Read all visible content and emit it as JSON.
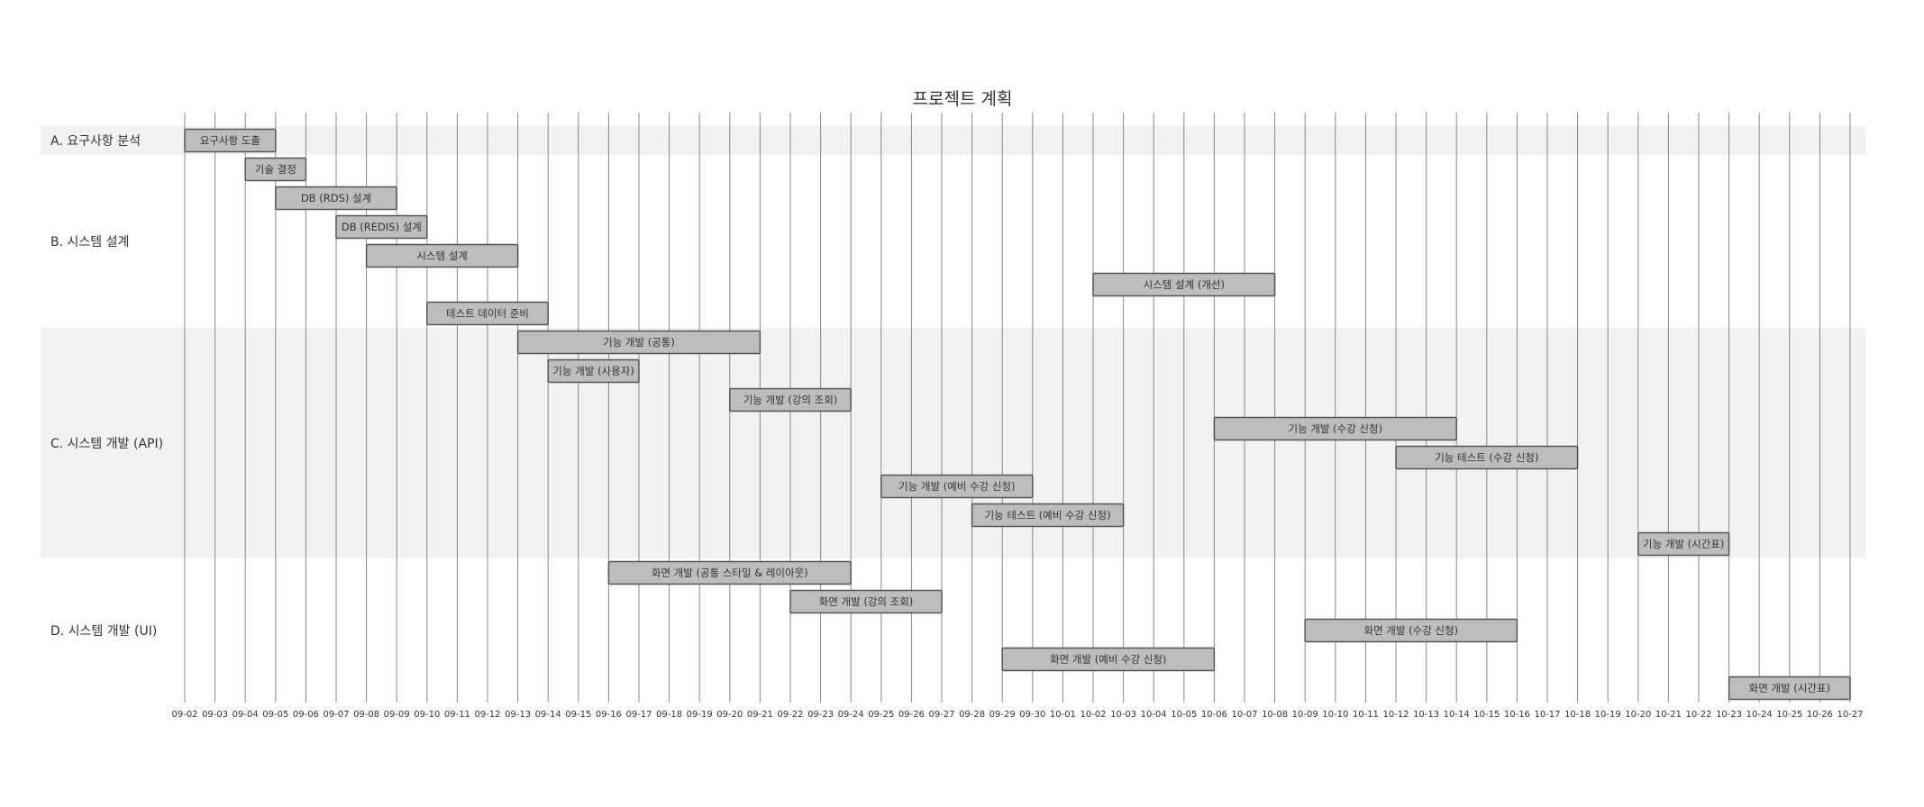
{
  "chart_data": {
    "type": "gantt",
    "title": "프로젝트 계획",
    "ticks": [
      "09-02",
      "09-03",
      "09-04",
      "09-05",
      "09-06",
      "09-07",
      "09-08",
      "09-09",
      "09-10",
      "09-11",
      "09-12",
      "09-13",
      "09-14",
      "09-15",
      "09-16",
      "09-17",
      "09-18",
      "09-19",
      "09-20",
      "09-21",
      "09-22",
      "09-23",
      "09-24",
      "09-25",
      "09-26",
      "09-27",
      "09-28",
      "09-29",
      "09-30",
      "10-01",
      "10-02",
      "10-03",
      "10-04",
      "10-05",
      "10-06",
      "10-07",
      "10-08",
      "10-09",
      "10-10",
      "10-11",
      "10-12",
      "10-13",
      "10-14",
      "10-15",
      "10-16",
      "10-17",
      "10-18",
      "10-19",
      "10-20",
      "10-21",
      "10-22",
      "10-23",
      "10-24",
      "10-25",
      "10-26",
      "10-27"
    ],
    "sections": [
      {
        "name": "A. 요구사항 분석",
        "shaded": true,
        "tasks": [
          {
            "label": "요구사항 도출",
            "start": "09-02",
            "end": "09-05"
          }
        ]
      },
      {
        "name": "B. 시스템 설계",
        "shaded": false,
        "tasks": [
          {
            "label": "기술 결정",
            "start": "09-04",
            "end": "09-06"
          },
          {
            "label": "DB (RDS) 설계",
            "start": "09-05",
            "end": "09-09"
          },
          {
            "label": "DB (REDIS) 설계",
            "start": "09-07",
            "end": "09-10"
          },
          {
            "label": "시스템 설계",
            "start": "09-08",
            "end": "09-13"
          },
          {
            "label": "시스템 설계 (개선)",
            "start": "10-02",
            "end": "10-08"
          },
          {
            "label": "테스트 데이터 준비",
            "start": "09-10",
            "end": "09-14"
          }
        ]
      },
      {
        "name": "C. 시스템 개발 (API)",
        "shaded": true,
        "tasks": [
          {
            "label": "기능 개발 (공통)",
            "start": "09-13",
            "end": "09-21"
          },
          {
            "label": "기능 개발 (사용자)",
            "start": "09-14",
            "end": "09-17"
          },
          {
            "label": "기능 개발 (강의 조회)",
            "start": "09-20",
            "end": "09-24"
          },
          {
            "label": "기능 개발 (수강 신청)",
            "start": "10-06",
            "end": "10-14"
          },
          {
            "label": "기능 테스트 (수강 신청)",
            "start": "10-12",
            "end": "10-18"
          },
          {
            "label": "기능 개발 (예비 수강 신청)",
            "start": "09-25",
            "end": "09-30"
          },
          {
            "label": "기능 테스트 (예비 수강 신청)",
            "start": "09-28",
            "end": "10-03"
          },
          {
            "label": "기능 개발 (시간표)",
            "start": "10-20",
            "end": "10-23"
          }
        ]
      },
      {
        "name": "D. 시스템 개발 (UI)",
        "shaded": false,
        "tasks": [
          {
            "label": "화면 개발 (공통 스타일 & 레이아웃)",
            "start": "09-16",
            "end": "09-24"
          },
          {
            "label": "화면 개발 (강의 조회)",
            "start": "09-22",
            "end": "09-27"
          },
          {
            "label": "화면 개발 (수강 신청)",
            "start": "10-09",
            "end": "10-16"
          },
          {
            "label": "화면 개발 (예비 수강 신청)",
            "start": "09-29",
            "end": "10-06"
          },
          {
            "label": "화면 개발 (시간표)",
            "start": "10-23",
            "end": "10-27"
          }
        ]
      }
    ],
    "colors": {
      "bar_fill": "#bdbdbd",
      "bar_stroke": "#555555",
      "section_shade": "#f2f2f2",
      "grid": "#888888",
      "text": "#333333"
    },
    "grid": true
  }
}
